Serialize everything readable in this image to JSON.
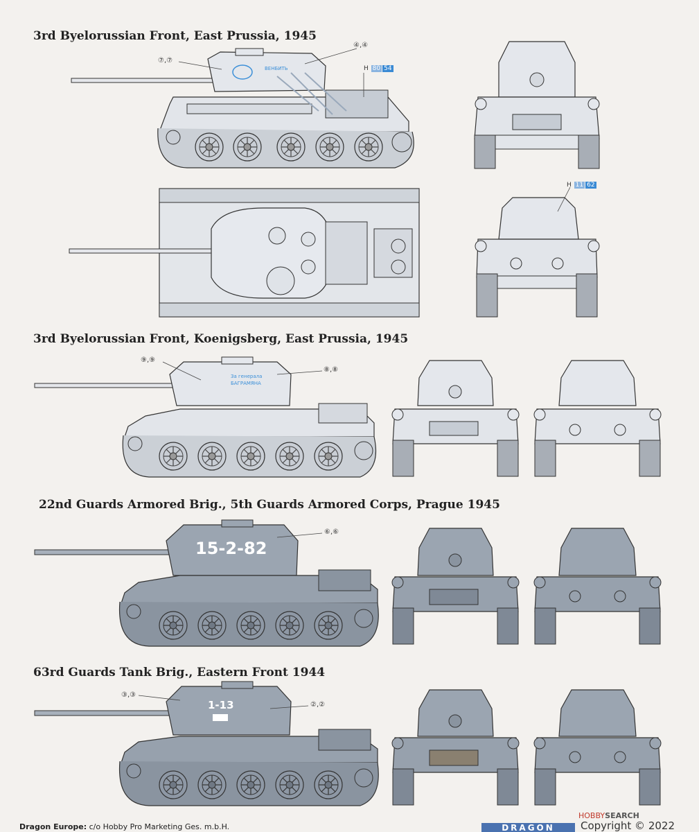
{
  "sections": [
    {
      "heading": "3rd Byelorussian Front, East Prussia, 1945"
    },
    {
      "heading": "3rd Byelorussian Front, Koenigsberg, East Prussia, 1945"
    },
    {
      "heading": "22nd Guards Armored Brig., 5th Guards Armored Corps, Prague 1945"
    },
    {
      "heading": "63rd Guards Tank Brig., Eastern Front 1944"
    }
  ],
  "callouts": {
    "c77": "⑦,⑦",
    "c44": "④,④",
    "c99": "⑨,⑨",
    "c88": "⑧,⑧",
    "c66": "⑥,⑥",
    "c33": "③,③",
    "c22": "②,②"
  },
  "color_markers": {
    "m1": {
      "h": "H",
      "a": "80",
      "b": "54"
    },
    "m2": {
      "h": "H",
      "a": "11",
      "b": "62"
    }
  },
  "hull_markings": {
    "t1_turret": "ВЕНБИТЬ",
    "t2_turret_l1": "За генерала",
    "t2_turret_l2": "БАГРАМЯНА",
    "t3_turret": "15-2-82",
    "t4_turret": "1-13"
  },
  "footer": {
    "company_bold": "Dragon Europe:",
    "company_rest": " c/o Hobby Pro Marketing Ges. m.b.H.",
    "brand": "DRAGON",
    "copyright": "Copyright © 2022",
    "watermark_a": "HOBBY",
    "watermark_b": "SEARCH"
  },
  "colors": {
    "snow": "#e4e6ea",
    "snow_shade": "#c6ccd4",
    "gray": "#9aa4b0",
    "gray_dark": "#7f8996",
    "blue_mark": "#3b8fd8"
  }
}
